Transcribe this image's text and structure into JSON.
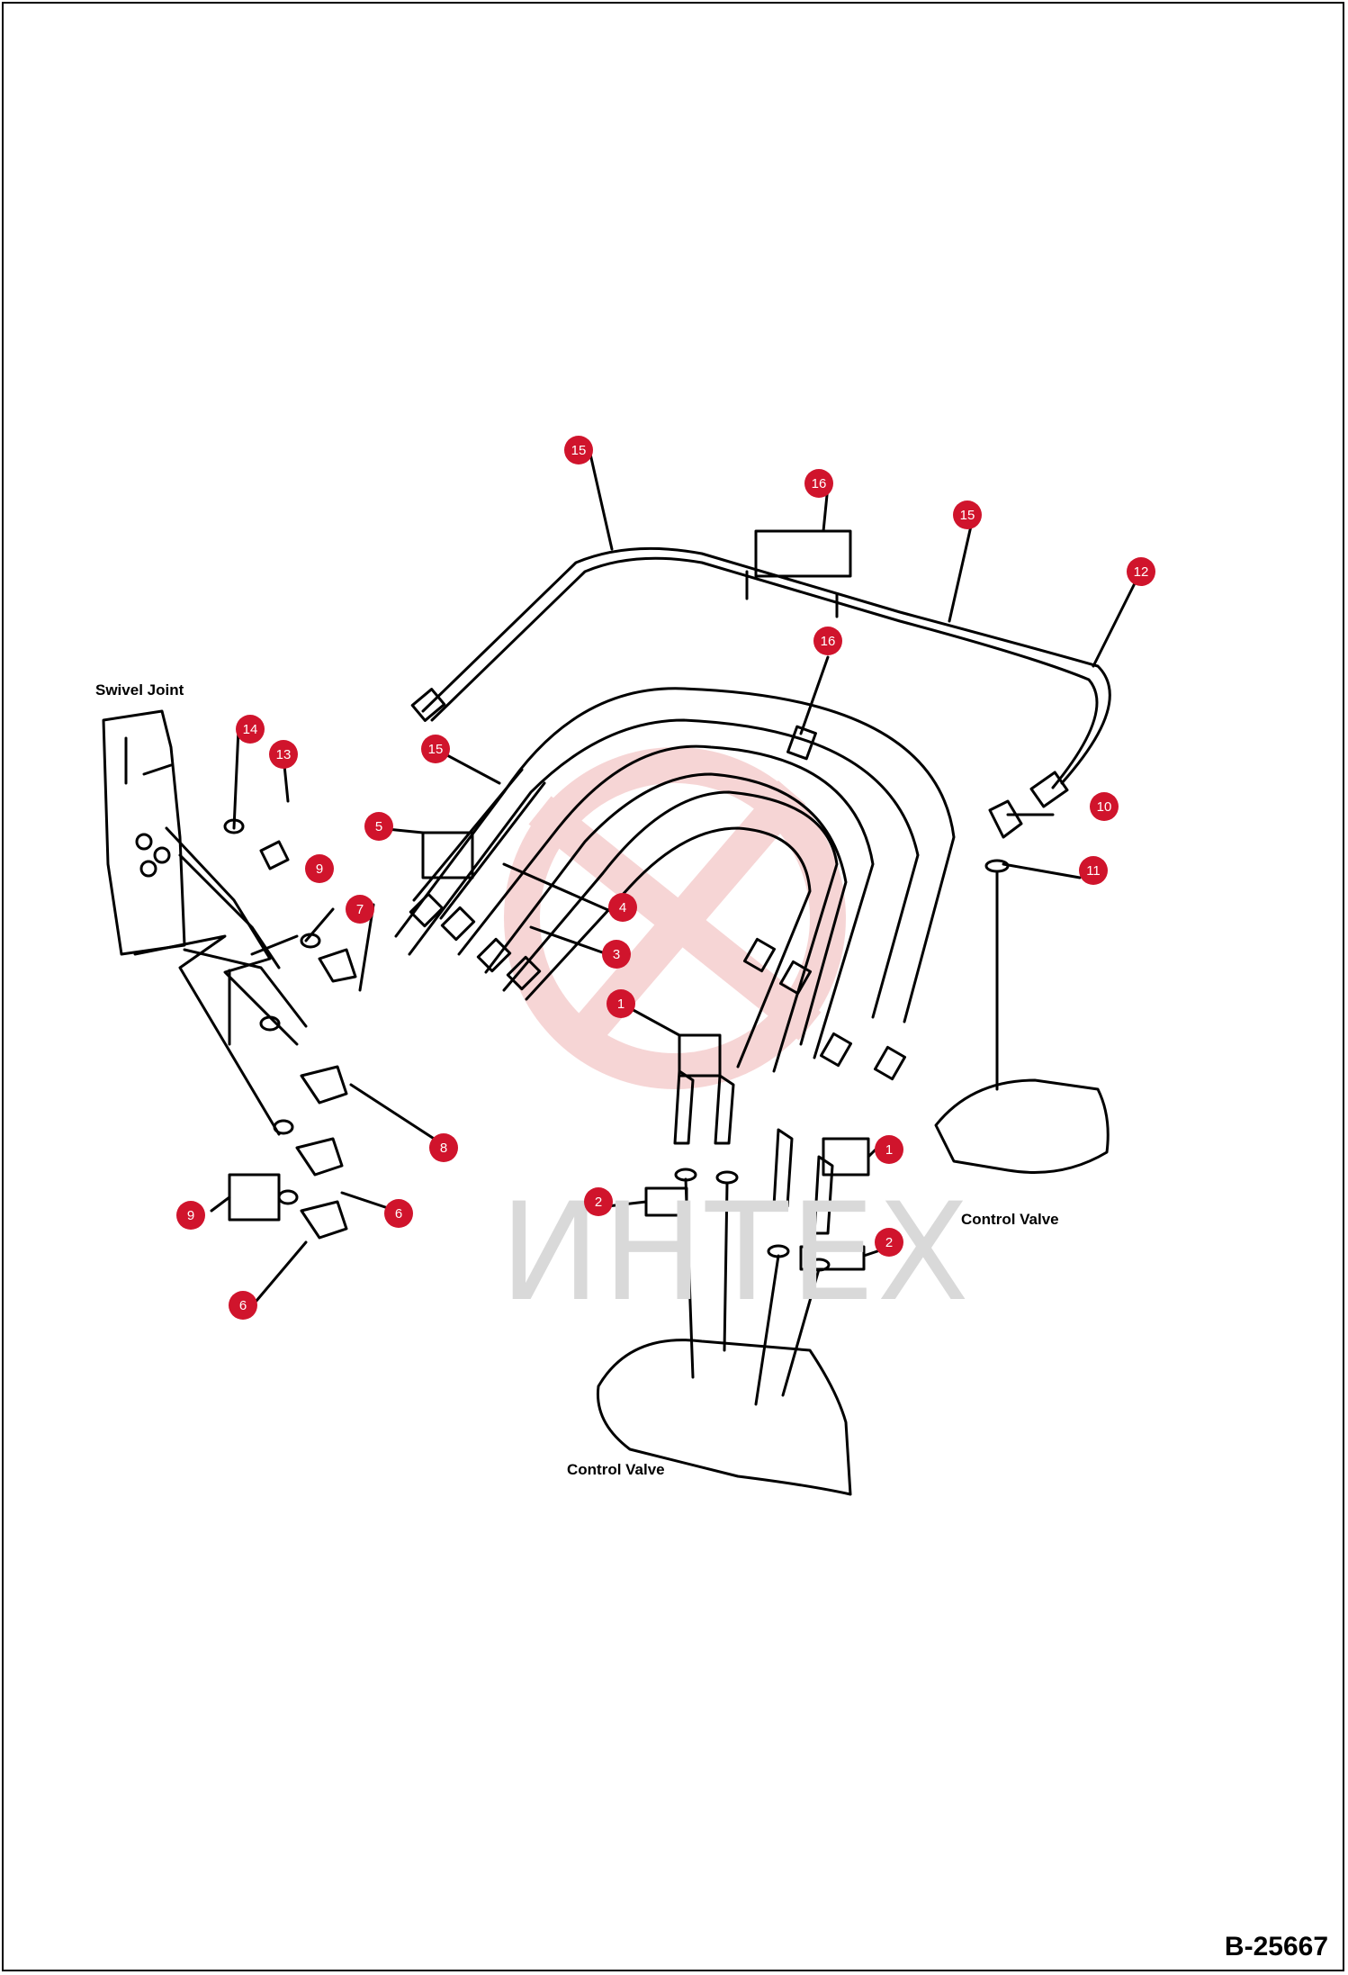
{
  "labels": {
    "swivel_joint": "Swivel Joint",
    "control_valve_right": "Control Valve",
    "control_valve_bottom": "Control Valve"
  },
  "drawing_code": "B-25667",
  "watermark": "ИНТЕХ",
  "badges": [
    "15",
    "16",
    "15",
    "12",
    "16",
    "14",
    "13",
    "15",
    "5",
    "10",
    "9",
    "11",
    "7",
    "4",
    "3",
    "1",
    "1",
    "8",
    "2",
    "2",
    "9",
    "6",
    "6"
  ],
  "colors": {
    "badge": "#d0142c",
    "line": "#000000",
    "watermark_logo": "#f3c9c9"
  }
}
